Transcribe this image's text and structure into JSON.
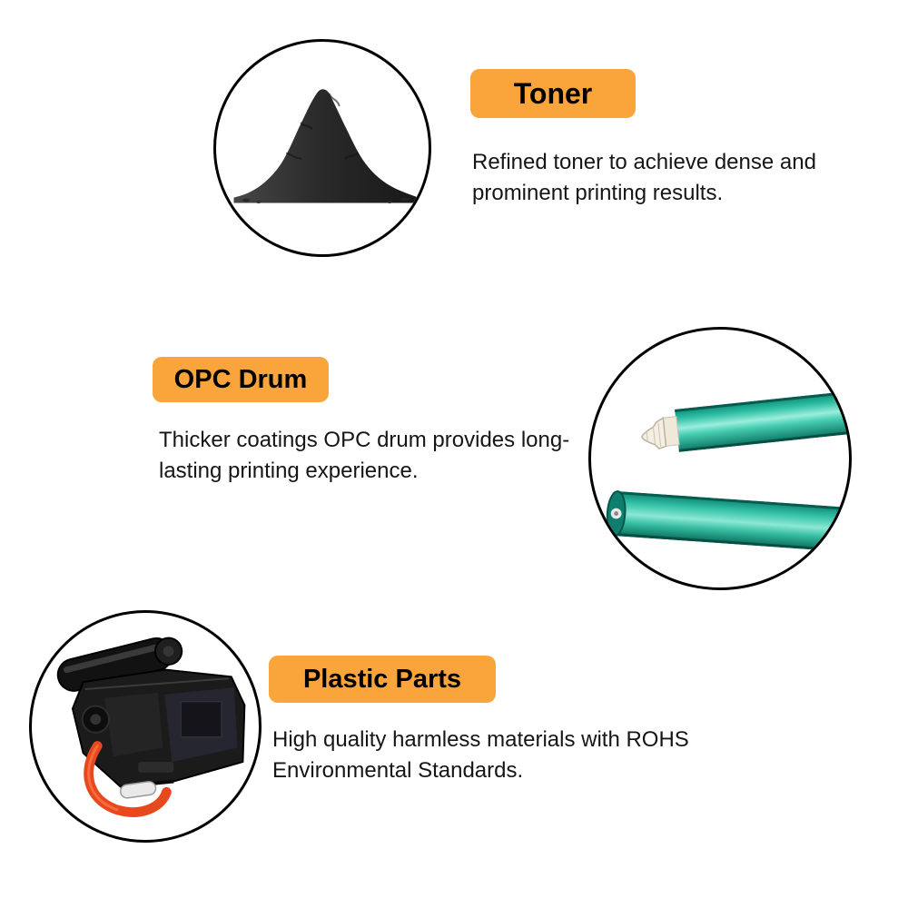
{
  "page": {
    "background": "#ffffff",
    "accent_color": "#F9A53C",
    "drum_color": "#2FBFA4",
    "handle_color": "#E8481D",
    "text_color": "#161616"
  },
  "sections": [
    {
      "id": "toner",
      "title": "Toner",
      "description": "Refined toner to achieve dense and prominent printing results.",
      "illustration": "toner-powder-pile-icon"
    },
    {
      "id": "opc-drum",
      "title": "OPC Drum",
      "description": "Thicker coatings OPC drum provides long-lasting printing experience.",
      "illustration": "opc-drum-cylinders-icon"
    },
    {
      "id": "plastic-parts",
      "title": "Plastic Parts",
      "description": "High quality harmless materials with ROHS Environmental Standards.",
      "illustration": "toner-cartridge-icon"
    }
  ]
}
